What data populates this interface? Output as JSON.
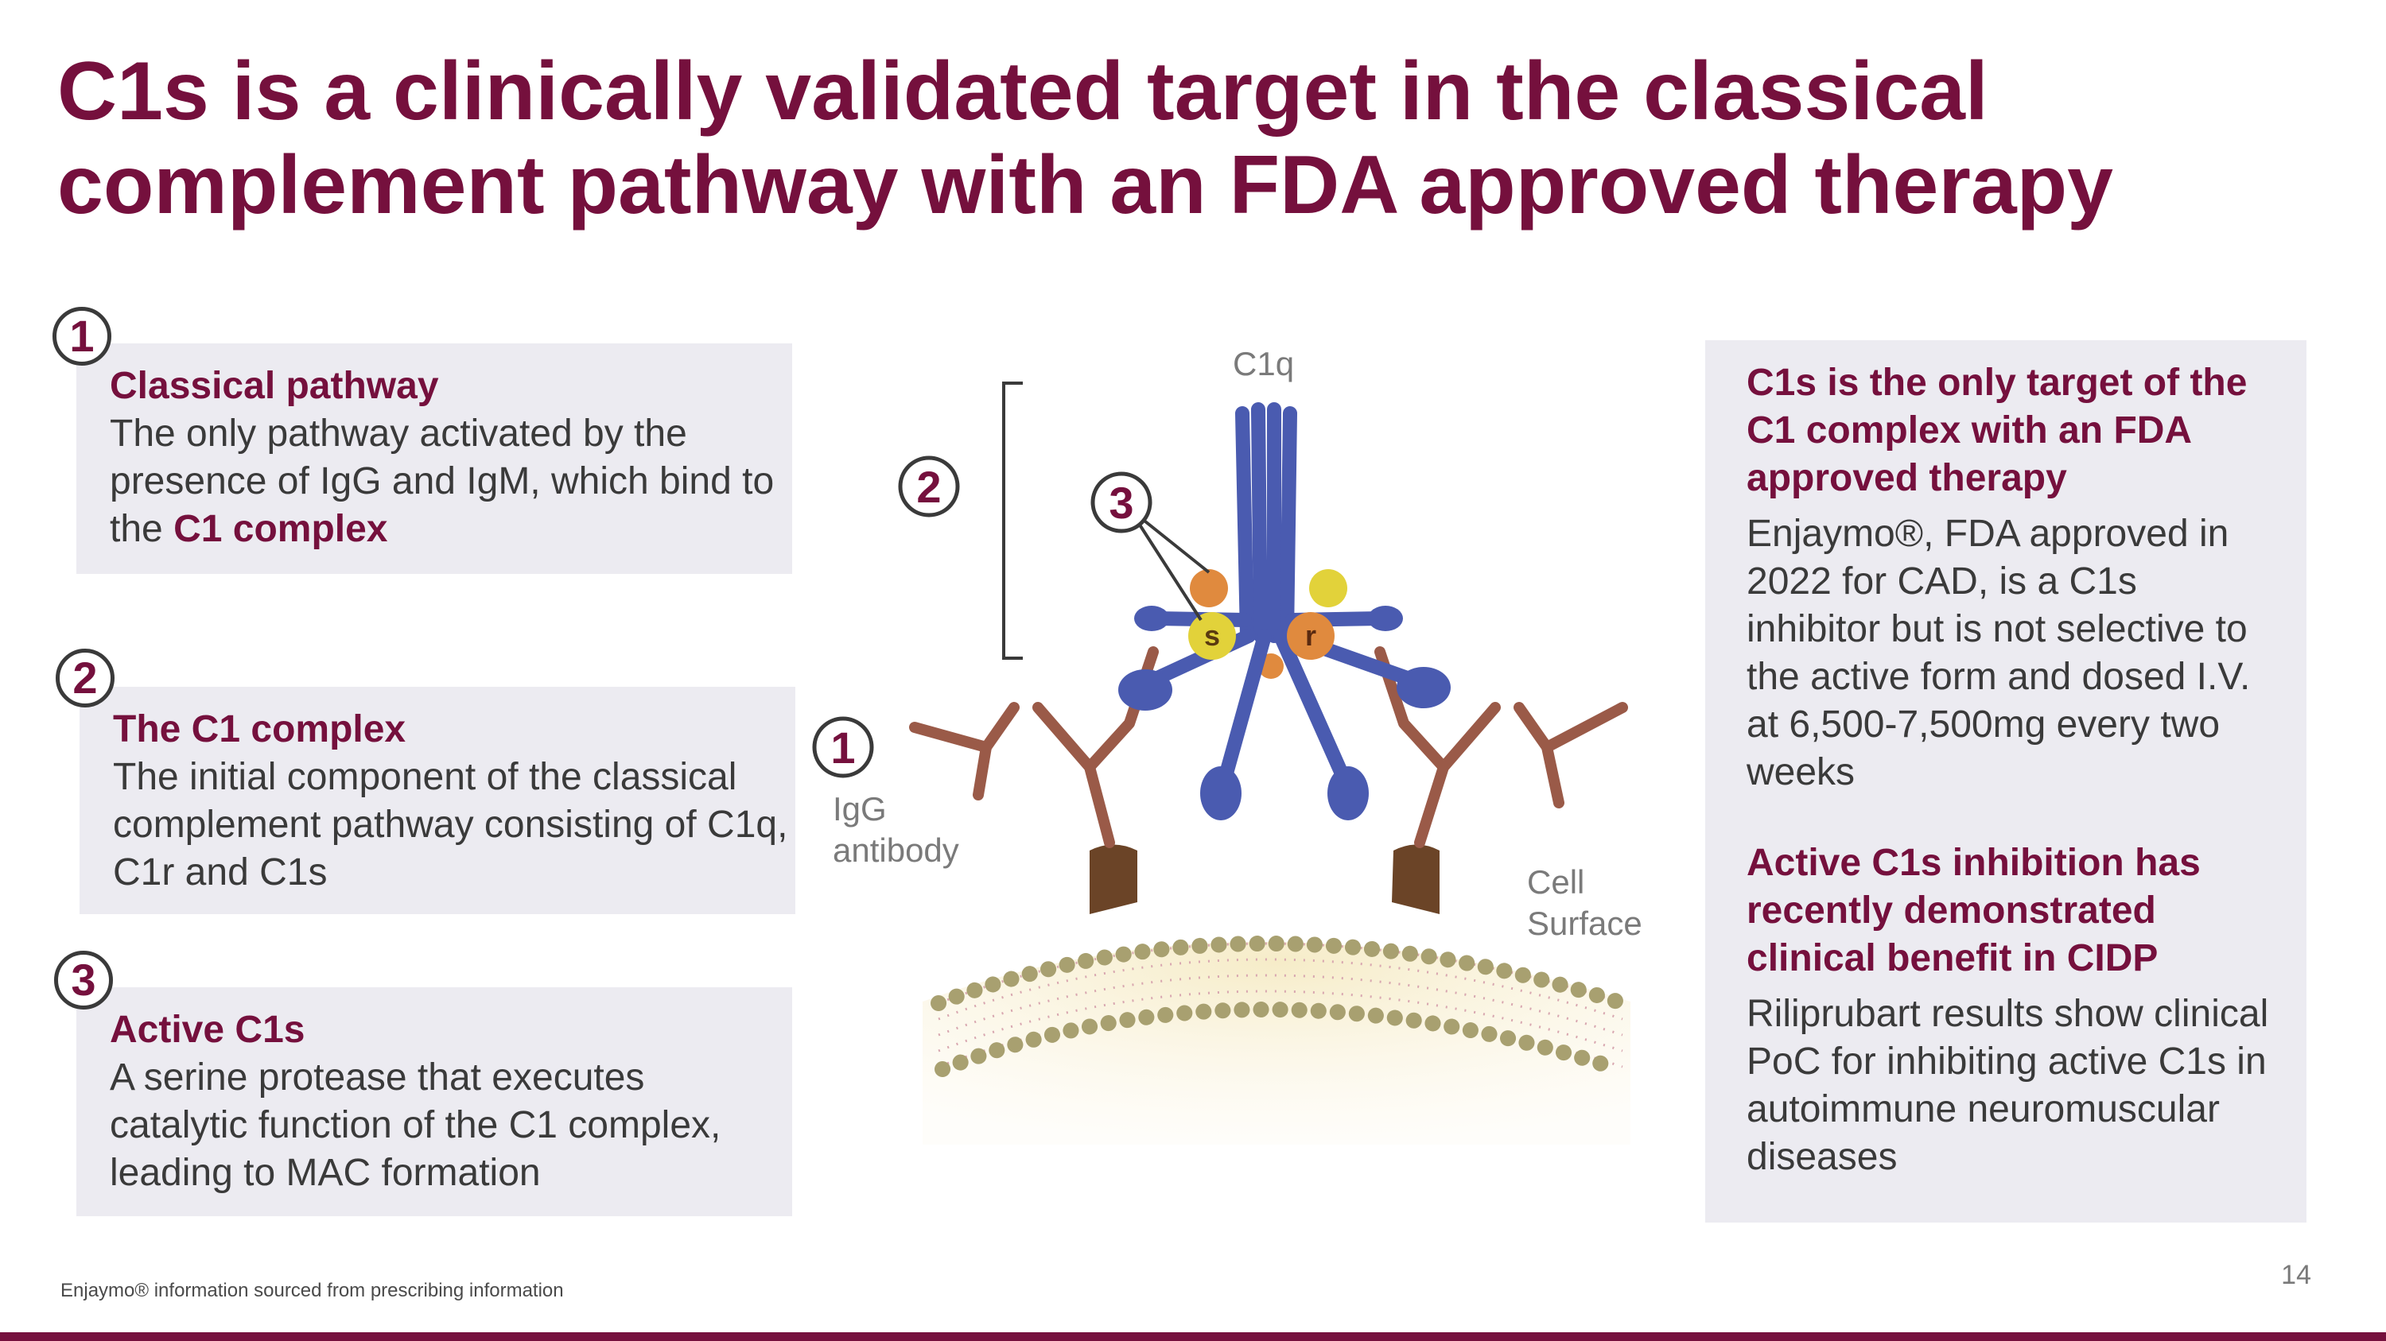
{
  "slide": {
    "title_line1": "C1s is a clinically validated target in the classical",
    "title_line2": "complement pathway with an FDA approved therapy",
    "page_number": "14",
    "footnote": "Enjaymo® information sourced from prescribing information"
  },
  "left_cards": [
    {
      "number": "1",
      "heading": "Classical pathway",
      "body": "The only pathway activated by the presence of IgG and IgM, which bind to the ",
      "body_emphasis": "C1 complex"
    },
    {
      "number": "2",
      "heading": "The C1 complex",
      "body": "The initial component of the classical complement pathway consisting of C1q, C1r and C1s"
    },
    {
      "number": "3",
      "heading": "Active C1s",
      "body": "A serine protease that executes catalytic function of the C1 complex, leading to MAC formation"
    }
  ],
  "right_card": {
    "block1_heading": "C1s is the only target of the C1 complex with an FDA approved therapy",
    "block1_body": "Enjaymo®, FDA approved in 2022 for CAD, is a C1s inhibitor but is not selective to the active form and dosed I.V. at 6,500-7,500mg every two weeks",
    "block2_heading": "Active C1s inhibition has recently demonstrated clinical benefit in CIDP",
    "block2_body": "Riliprubart results show clinical PoC for inhibiting active C1s in autoimmune neuromuscular diseases"
  },
  "diagram": {
    "c1q_label": "C1q",
    "igg_label_1": "IgG",
    "igg_label_2": "antibody",
    "cell_label_1": "Cell",
    "cell_label_2": "Surface",
    "marker_1": "1",
    "marker_2": "2",
    "marker_3": "3",
    "c1s_letter": "s",
    "c1r_letter": "r",
    "colors": {
      "c1q": "#4a5bb0",
      "antibody": "#9a5a48",
      "anchor": "#6b4427",
      "c1s": "#e2d23a",
      "c1r": "#e08a3e",
      "membrane_head": "#a8a070"
    }
  },
  "theme": {
    "accent": "#75103d",
    "card_bg": "#ecebf1",
    "text": "#3a3a3a"
  }
}
